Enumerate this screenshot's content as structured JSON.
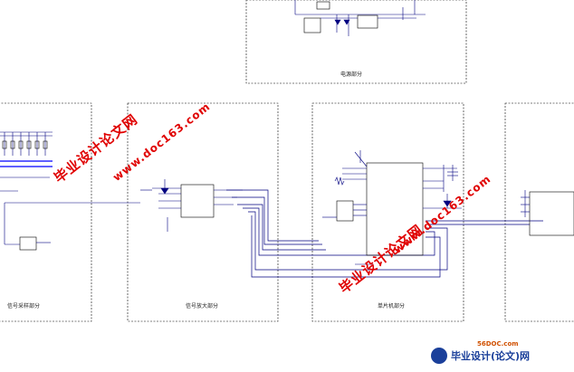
{
  "sections": {
    "power": "电源部分",
    "sampling": "信号采样部分",
    "amplifier": "信号放大部分",
    "mcu": "单片机部分"
  },
  "watermarks": {
    "main": "毕业设计论文网",
    "url": "www.doc163.com"
  },
  "brand": {
    "site": "56DOC.com",
    "name": "毕业设计(论文)网"
  },
  "colors": {
    "wire": "#000080",
    "border": "#000000",
    "watermark": "#e00000",
    "brand": "#1a3f9a"
  }
}
